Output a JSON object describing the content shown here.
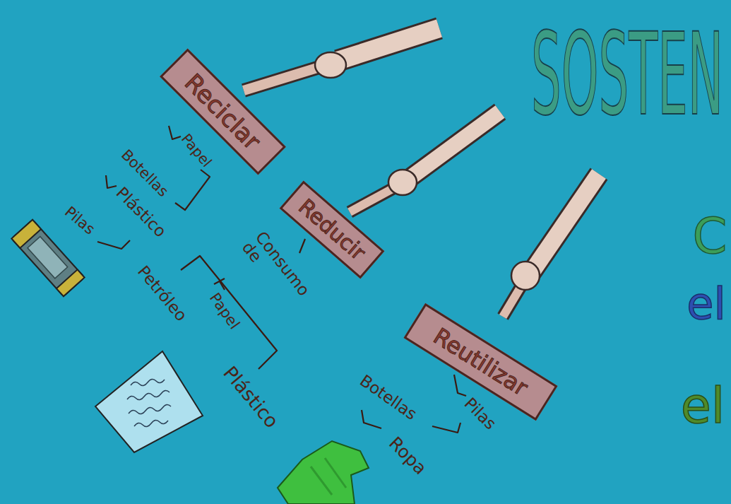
{
  "diagram": {
    "title": "SOSTEN",
    "nodes": [
      {
        "text": [
          "Reciclar"
        ]
      },
      {
        "text": [
          "Reducir"
        ]
      },
      {
        "text": [
          "Reutilizar"
        ]
      }
    ],
    "labels": [
      "Papel",
      "Botellas",
      "Plástico",
      "Pilas",
      "Consumo de",
      "Papel",
      "Petróleo",
      "Plástico",
      "Pilas",
      "Botellas",
      "Ropa",
      "C",
      "el",
      "el"
    ]
  }
}
